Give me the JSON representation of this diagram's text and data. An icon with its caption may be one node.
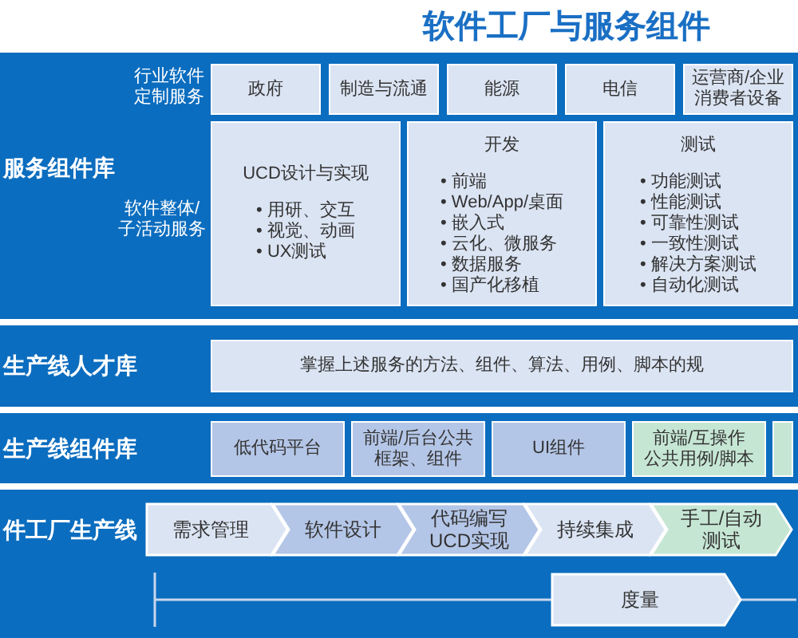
{
  "diagram": {
    "title": "软件工厂与服务组件",
    "nodes": [
      {
        "text": [
          "服务组件库"
        ]
      },
      {
        "text": [
          "政府"
        ],
        "in": 0
      },
      {
        "text": [
          "制造与流通"
        ],
        "in": 0
      },
      {
        "text": [
          "能源"
        ],
        "in": 0
      },
      {
        "text": [
          "电信"
        ],
        "in": 0
      },
      {
        "text": [
          "运营商/企业消费者设备"
        ],
        "in": 0
      },
      {
        "text": [
          "UCD设计与实现",
          "• 用研、交互",
          "• 视觉、动画",
          "• UX测试"
        ],
        "in": 0
      },
      {
        "text": [
          "开发",
          "• 前端",
          "• Web/App/桌面",
          "• 嵌入式",
          "• 云化、微服务",
          "• 数据服务",
          "• 国产化移植"
        ],
        "in": 0
      },
      {
        "text": [
          "测试",
          "• 功能测试",
          "• 性能测试",
          "• 可靠性测试",
          "• 一致性测试",
          "• 解决方案测试",
          "• 自动化测试"
        ],
        "in": 0
      },
      {
        "text": [
          "生产线人才库"
        ]
      },
      {
        "text": [
          "掌握上述服务的方法、组件、算法、用例、脚本的规"
        ],
        "in": 9
      },
      {
        "text": [
          "生产线组件库"
        ]
      },
      {
        "text": [
          "低代码平台"
        ],
        "in": 11
      },
      {
        "text": [
          "前端/后台公共框架、组件"
        ],
        "in": 11
      },
      {
        "text": [
          "UI组件"
        ],
        "in": 11
      },
      {
        "text": [
          "前端/互操作公共用例/脚本"
        ],
        "in": 11
      },
      {
        "text": [],
        "shape": "box",
        "in": 11
      },
      {
        "text": [
          "件工厂生产线"
        ]
      },
      {
        "text": [
          "需求管理"
        ],
        "in": 17
      },
      {
        "text": [
          "软件设计"
        ],
        "in": 17
      },
      {
        "text": [
          "代码编写UCD实现"
        ],
        "in": 17
      },
      {
        "text": [
          "持续集成"
        ],
        "in": 17
      },
      {
        "text": [
          "手工/自动测试"
        ],
        "in": 17
      },
      {
        "text": [
          "度量"
        ],
        "in": 17
      }
    ],
    "edges": [
      {
        "from": null,
        "to": 23,
        "arrow": "none"
      },
      {
        "from": 23,
        "to": null,
        "arrow": "none"
      }
    ],
    "labels": [
      "行业软件定制服务",
      "软件整体/子活动服务"
    ]
  }
}
